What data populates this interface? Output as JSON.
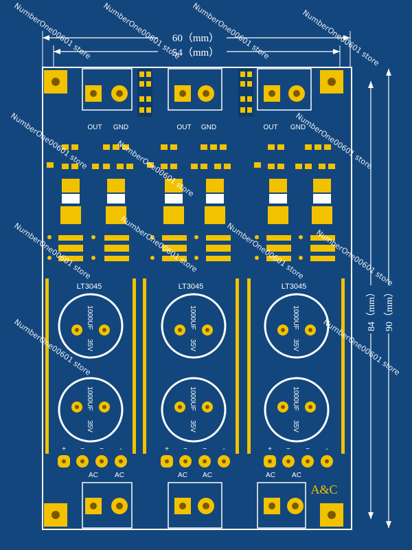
{
  "board": {
    "brand": "A&C",
    "dimensions": {
      "width_outer": "60（mm）",
      "width_inner": "54（mm）",
      "height_inner": "84（mm）",
      "height_outer": "90（mm）"
    },
    "watermark": "NumberOne00601 store",
    "colors": {
      "board": "#13467c",
      "pad": "#f2c200",
      "silk": "#ffffff",
      "trace": "#0c3a6b"
    },
    "channels": [
      {
        "top_terminal": [
          "OUT",
          "GND"
        ],
        "chip": "LT3045",
        "capacitors": [
          {
            "value": "1000UF",
            "voltage": "35V"
          },
          {
            "value": "1000UF",
            "voltage": "35V"
          }
        ],
        "ac_pins": [
          "+",
          "~",
          "~",
          "-"
        ],
        "bottom_terminal": [
          "AC",
          "AC"
        ]
      },
      {
        "top_terminal": [
          "OUT",
          "GND"
        ],
        "chip": "LT3045",
        "capacitors": [
          {
            "value": "1000UF",
            "voltage": "35V"
          },
          {
            "value": "1000UF",
            "voltage": "35V"
          }
        ],
        "ac_pins": [
          "+",
          "~",
          "~",
          "-"
        ],
        "bottom_terminal": [
          "AC",
          "AC"
        ]
      },
      {
        "top_terminal": [
          "OUT",
          "GND"
        ],
        "chip": "LT3045",
        "capacitors": [
          {
            "value": "1000UF",
            "voltage": "35V"
          },
          {
            "value": "1000UF",
            "voltage": "35V"
          }
        ],
        "ac_pins": [
          "+",
          "~",
          "~",
          "-"
        ],
        "bottom_terminal": [
          "AC",
          "AC"
        ]
      }
    ]
  }
}
